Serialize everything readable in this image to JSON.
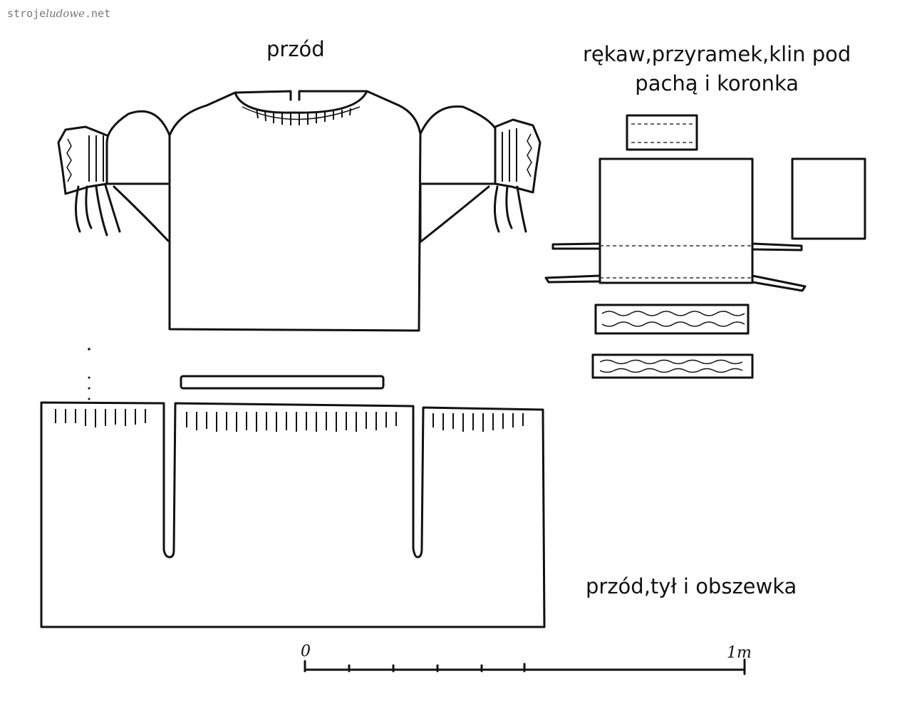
{
  "watermark": {
    "prefix": "stroje",
    "italic": "ludowe",
    "suffix": ".net"
  },
  "labels": {
    "front": "przód",
    "sleeve_line1": "rękaw,przyramek,klin pod",
    "sleeve_line2": "pachą i koronka",
    "body": "przód,tył i obszewka"
  },
  "scale": {
    "start": "0",
    "end": "1m"
  }
}
